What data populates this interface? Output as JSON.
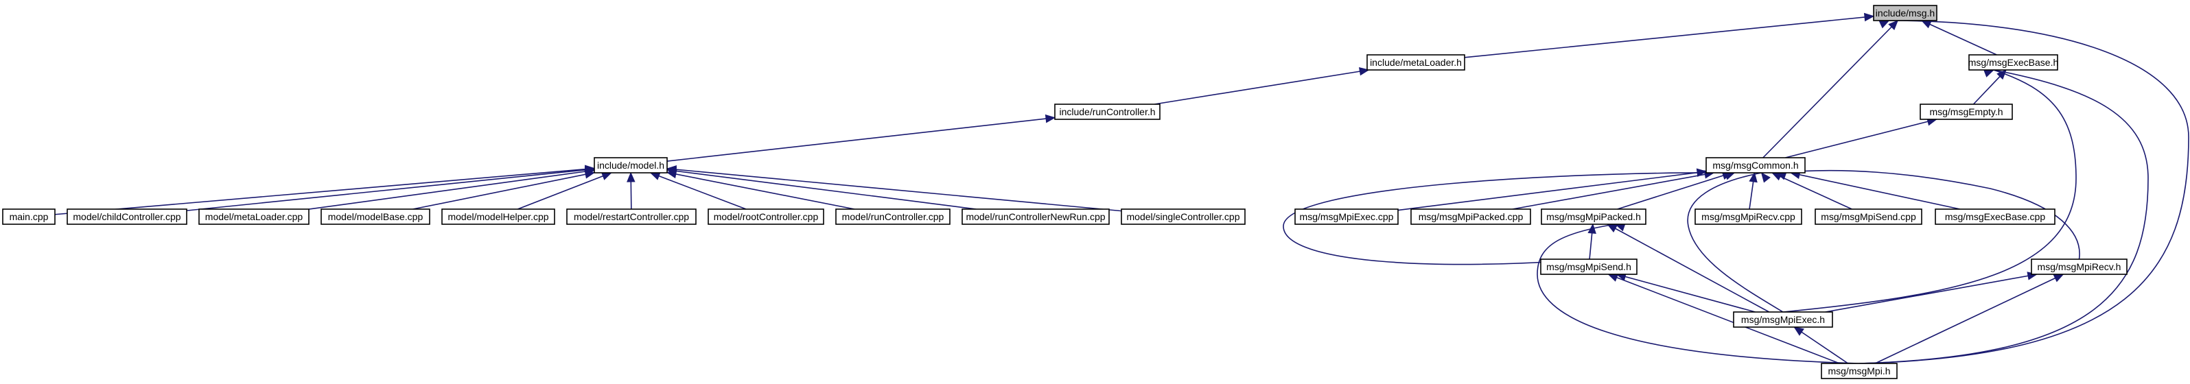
{
  "graph": {
    "colors": {
      "edge": "#191970",
      "node_border": "#000000",
      "root_fill": "#bfbfbf",
      "node_fill": "#ffffff"
    },
    "nodes": [
      {
        "id": "msg_h",
        "label": "include/msg.h",
        "root": true
      },
      {
        "id": "metaLoader_h",
        "label": "include/metaLoader.h"
      },
      {
        "id": "runController_h",
        "label": "include/runController.h"
      },
      {
        "id": "model_h",
        "label": "include/model.h"
      },
      {
        "id": "main_cpp",
        "label": "main.cpp"
      },
      {
        "id": "childController_cpp",
        "label": "model/childController.cpp"
      },
      {
        "id": "metaLoader_cpp",
        "label": "model/metaLoader.cpp"
      },
      {
        "id": "modelBase_cpp",
        "label": "model/modelBase.cpp"
      },
      {
        "id": "modelHelper_cpp",
        "label": "model/modelHelper.cpp"
      },
      {
        "id": "restartController_cpp",
        "label": "model/restartController.cpp"
      },
      {
        "id": "rootController_cpp",
        "label": "model/rootController.cpp"
      },
      {
        "id": "runController_cpp",
        "label": "model/runController.cpp"
      },
      {
        "id": "runControllerNewRun_cpp",
        "label": "model/runControllerNewRun.cpp"
      },
      {
        "id": "singleController_cpp",
        "label": "model/singleController.cpp"
      },
      {
        "id": "msgExecBase_h",
        "label": "msg/msgExecBase.h"
      },
      {
        "id": "msgEmpty_h",
        "label": "msg/msgEmpty.h"
      },
      {
        "id": "msgCommon_h",
        "label": "msg/msgCommon.h"
      },
      {
        "id": "msgMpiExec_cpp",
        "label": "msg/msgMpiExec.cpp"
      },
      {
        "id": "msgMpiPacked_cpp",
        "label": "msg/msgMpiPacked.cpp"
      },
      {
        "id": "msgMpiPacked_h",
        "label": "msg/msgMpiPacked.h"
      },
      {
        "id": "msgMpiRecv_cpp",
        "label": "msg/msgMpiRecv.cpp"
      },
      {
        "id": "msgMpiSend_cpp",
        "label": "msg/msgMpiSend.cpp"
      },
      {
        "id": "msgExecBase_cpp",
        "label": "msg/msgExecBase.cpp"
      },
      {
        "id": "msgMpiSend_h",
        "label": "msg/msgMpiSend.h"
      },
      {
        "id": "msgMpiRecv_h",
        "label": "msg/msgMpiRecv.h"
      },
      {
        "id": "msgMpiExec_h",
        "label": "msg/msgMpiExec.h"
      },
      {
        "id": "msgMpi_h",
        "label": "msg/msgMpi.h"
      }
    ],
    "edges": [
      {
        "from": "metaLoader_h",
        "to": "msg_h"
      },
      {
        "from": "msgExecBase_h",
        "to": "msg_h"
      },
      {
        "from": "msgCommon_h",
        "to": "msg_h"
      },
      {
        "from": "msgMpi_h",
        "to": "msg_h"
      },
      {
        "from": "runController_h",
        "to": "metaLoader_h"
      },
      {
        "from": "model_h",
        "to": "runController_h"
      },
      {
        "from": "main_cpp",
        "to": "model_h"
      },
      {
        "from": "childController_cpp",
        "to": "model_h"
      },
      {
        "from": "metaLoader_cpp",
        "to": "model_h"
      },
      {
        "from": "modelBase_cpp",
        "to": "model_h"
      },
      {
        "from": "modelHelper_cpp",
        "to": "model_h"
      },
      {
        "from": "restartController_cpp",
        "to": "model_h"
      },
      {
        "from": "rootController_cpp",
        "to": "model_h"
      },
      {
        "from": "runController_cpp",
        "to": "model_h"
      },
      {
        "from": "runControllerNewRun_cpp",
        "to": "model_h"
      },
      {
        "from": "singleController_cpp",
        "to": "model_h"
      },
      {
        "from": "msgEmpty_h",
        "to": "msgExecBase_h"
      },
      {
        "from": "msgMpiExec_h",
        "to": "msgExecBase_h"
      },
      {
        "from": "msgMpi_h",
        "to": "msgExecBase_h"
      },
      {
        "from": "msgCommon_h",
        "to": "msgEmpty_h"
      },
      {
        "from": "msgMpiExec_cpp",
        "to": "msgCommon_h"
      },
      {
        "from": "msgMpiPacked_cpp",
        "to": "msgCommon_h"
      },
      {
        "from": "msgMpiPacked_h",
        "to": "msgCommon_h"
      },
      {
        "from": "msgMpiRecv_cpp",
        "to": "msgCommon_h"
      },
      {
        "from": "msgMpiSend_cpp",
        "to": "msgCommon_h"
      },
      {
        "from": "msgExecBase_cpp",
        "to": "msgCommon_h"
      },
      {
        "from": "msgMpiSend_h",
        "to": "msgCommon_h"
      },
      {
        "from": "msgMpiExec_h",
        "to": "msgCommon_h"
      },
      {
        "from": "msgMpiRecv_h",
        "to": "msgCommon_h"
      },
      {
        "from": "msgMpiSend_h",
        "to": "msgMpiPacked_h"
      },
      {
        "from": "msgMpiExec_h",
        "to": "msgMpiPacked_h"
      },
      {
        "from": "msgMpi_h",
        "to": "msgMpiPacked_h"
      },
      {
        "from": "msgMpiExec_h",
        "to": "msgMpiSend_h"
      },
      {
        "from": "msgMpi_h",
        "to": "msgMpiSend_h"
      },
      {
        "from": "msgMpiExec_h",
        "to": "msgMpiRecv_h"
      },
      {
        "from": "msgMpi_h",
        "to": "msgMpiRecv_h"
      },
      {
        "from": "msgMpi_h",
        "to": "msgMpiExec_h"
      }
    ]
  }
}
